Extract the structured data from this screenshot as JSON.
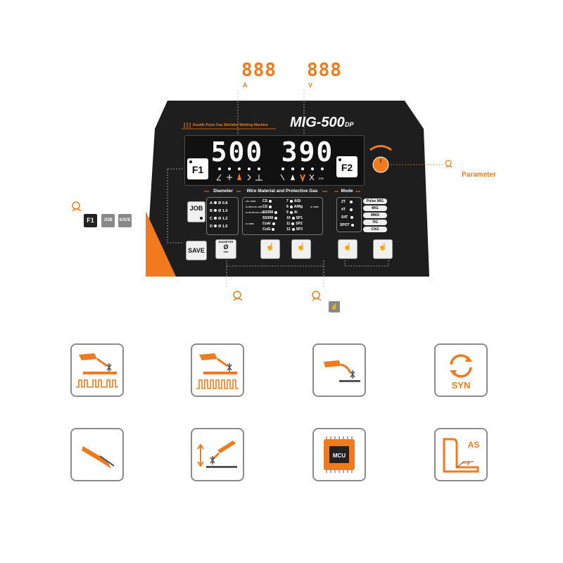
{
  "callouts": {
    "current_display": "888",
    "current_unit": "A",
    "voltage_display": "888",
    "voltage_unit": "V",
    "parameter_label": "Parameter"
  },
  "panel": {
    "brand": "MIG-500",
    "brand_suffix": "DP",
    "subtitle": "Double Pulse Gas Shielded Welding Machine",
    "display_current": "500",
    "display_voltage": "390",
    "f1_label": "F1",
    "f2_label": "F2",
    "job_label": "JOB",
    "save_label": "SAVE",
    "diameter_button_label": "DIAMETER",
    "diameter_button_unit": "mm",
    "diameter_section": "Diameter",
    "material_section": "Wire Material and Protective Gas",
    "mode_section": "Mode",
    "diameters": [
      {
        "letter": "A",
        "value": "Ø 0.8"
      },
      {
        "letter": "B",
        "value": "Ø 1.0"
      },
      {
        "letter": "C",
        "value": "Ø 1.2"
      },
      {
        "letter": "D",
        "value": "Ø 1.6"
      }
    ],
    "materials_left": [
      {
        "gas": "CO₂ 100%",
        "name": "CS"
      },
      {
        "gas": "Ar 82% CO₂ 18%",
        "name": "CS"
      },
      {
        "gas": "Ar 97.5% CO₂ 2.5%",
        "name": "SS308"
      },
      {
        "gas": "",
        "name": "SS308"
      },
      {
        "gas": "Ar 100%",
        "name": "CuAl"
      },
      {
        "gas": "",
        "name": "CuSi"
      }
    ],
    "materials_right": [
      {
        "num": "7",
        "name": "AlSi"
      },
      {
        "num": "8",
        "name": "AlMg",
        "gas": "Ar 100%"
      },
      {
        "num": "9",
        "name": "Al"
      },
      {
        "num": "10",
        "name": "SP1"
      },
      {
        "num": "11",
        "name": "SP2"
      },
      {
        "num": "12",
        "name": "SP3"
      }
    ],
    "trigger_modes": [
      "2T",
      "4T",
      "S4T",
      "SPOT"
    ],
    "weld_modes": [
      "Pulse MIG",
      "MIG",
      "MMA",
      "TIG",
      "CAG"
    ],
    "small_btn_job": "JOB",
    "small_btn_save": "SAVE"
  },
  "colors": {
    "accent": "#f07a1c",
    "panel": "#1e1e1e",
    "icon_border": "#8b8b8b"
  },
  "feature_icons": {
    "row1": [
      "double-pulse-mig-icon",
      "pulse-mig-icon",
      "arc-force-icon",
      "synergic-icon"
    ],
    "row2": [
      "mma-electrode-holder-icon",
      "wire-inductance-icon",
      "mcu-chip-icon",
      "anti-stick-icon"
    ],
    "syn_label": "SYN",
    "mcu_label": "MCU",
    "as_label": "AS"
  }
}
